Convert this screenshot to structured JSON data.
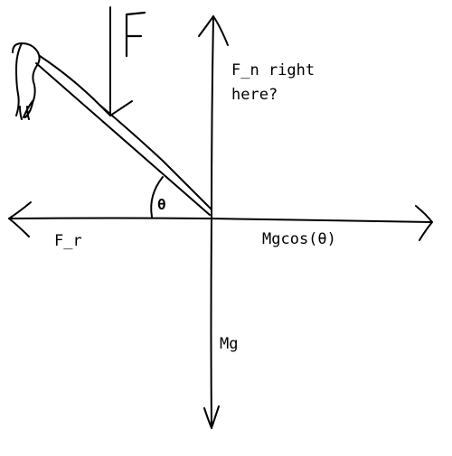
{
  "labels": {
    "applied_force": "F",
    "normal_force_question_line1": "F_n right",
    "normal_force_question_line2": "here?",
    "friction_force": "F_r",
    "horizontal_component": "Mgcos(θ)",
    "weight": "Mg",
    "angle": "θ"
  },
  "colors": {
    "ink": "#000000",
    "background": "#ffffff"
  },
  "icons": {
    "hand": "hand-icon"
  }
}
